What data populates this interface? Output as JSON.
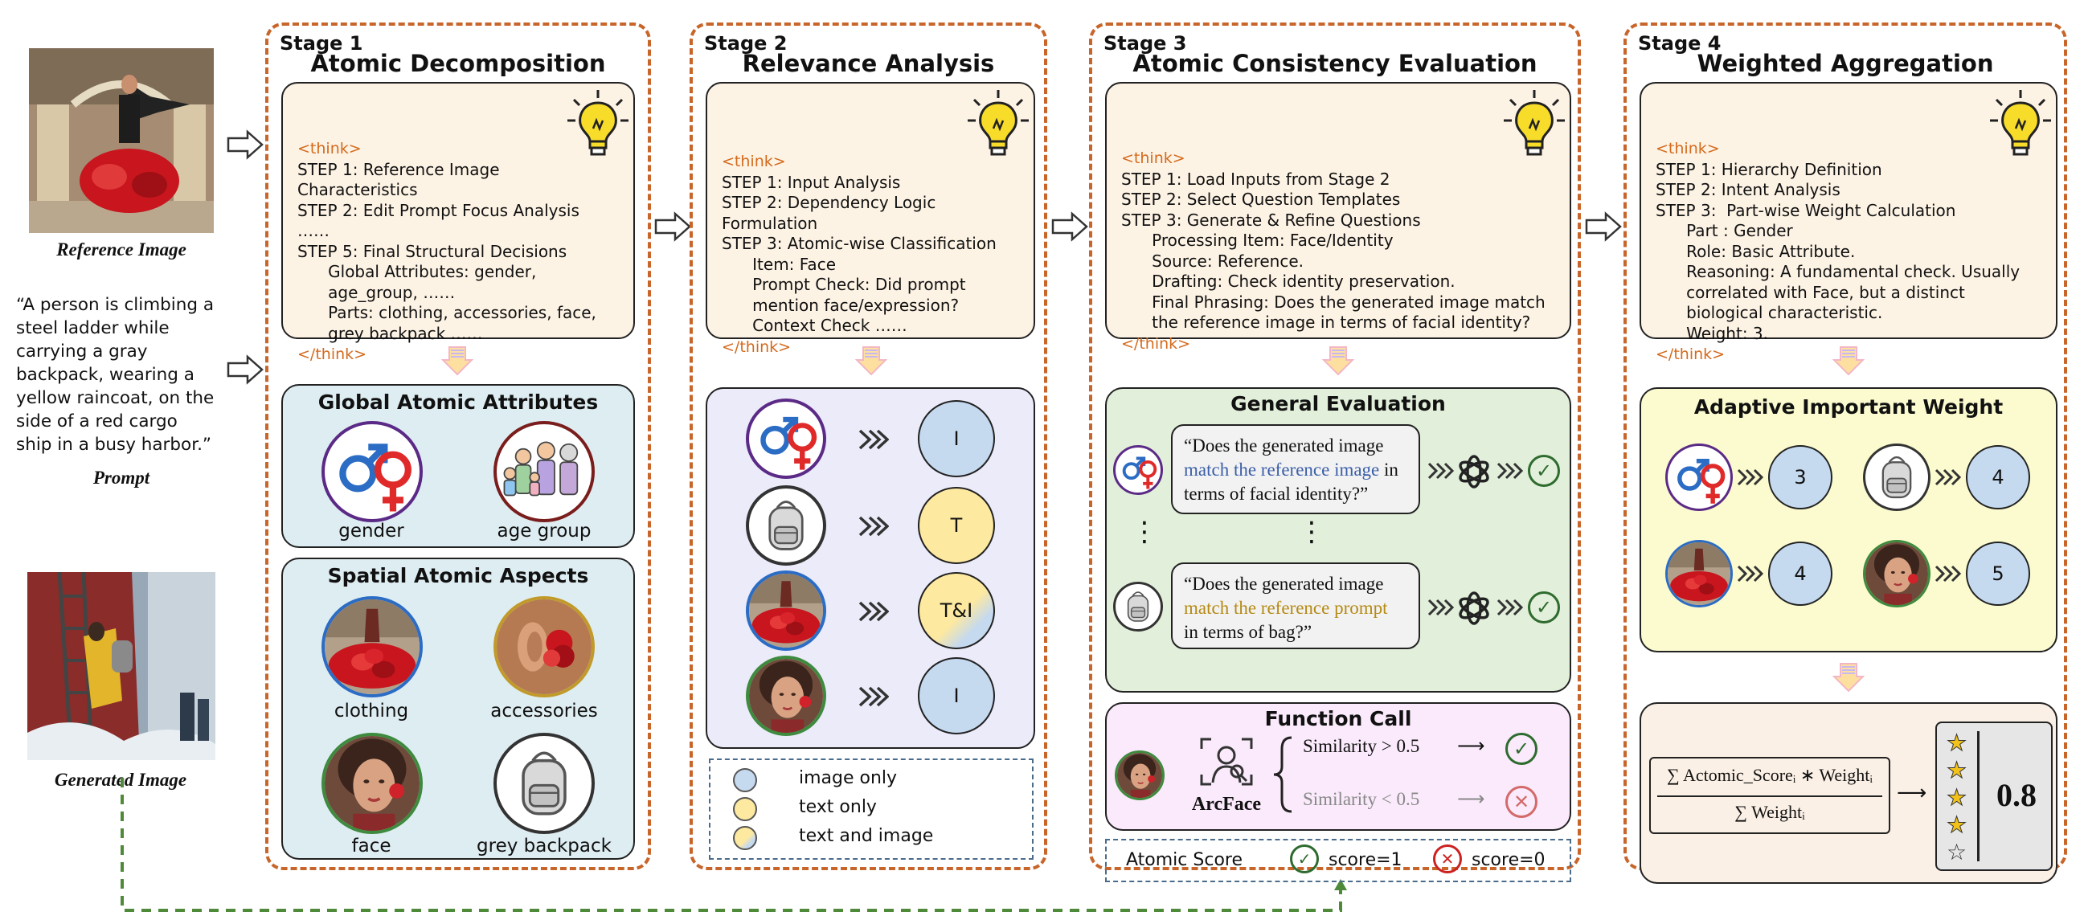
{
  "left": {
    "reference_caption": "Reference Image",
    "prompt_text": "“A person is climbing a\nsteel ladder while\ncarrying a gray\nbackpack, wearing a\nyellow raincoat, on the\nside of a red cargo\nship in a busy harbor.”",
    "prompt_caption": "Prompt",
    "generated_caption": "Generated Image"
  },
  "stage1": {
    "label": "Stage 1",
    "title": "Atomic Decomposition",
    "think": "<think>\nSTEP 1: Reference Image\nCharacteristics\nSTEP 2: Edit Prompt Focus Analysis\n……\nSTEP 5: Final Structural Decisions\n      Global Attributes: gender,\n      age_group, ……\n      Parts: clothing, accessories, face,\n      grey backpack ……\n</think>",
    "global_title": "Global Atomic Attributes",
    "global_items": [
      "gender",
      "age group"
    ],
    "spatial_title": "Spatial Atomic Aspects",
    "spatial_items": [
      "clothing",
      "accessories",
      "face",
      "grey backpack"
    ]
  },
  "stage2": {
    "label": "Stage 2",
    "title": "Relevance Analysis",
    "think": "<think>\nSTEP 1: Input Analysis\nSTEP 2: Dependency Logic\nFormulation\nSTEP 3: Atomic-wise Classification\n      Item: Face\n      Prompt Check: Did prompt\n      mention face/expression?\n      Context Check ……\n</think>",
    "categories": [
      "I",
      "T",
      "T&I",
      "I"
    ],
    "legend": [
      "image only",
      "text only",
      "text and image"
    ]
  },
  "stage3": {
    "label": "Stage 3",
    "title": "Atomic Consistency Evaluation",
    "think": "<think>\nSTEP 1: Load Inputs from Stage 2\nSTEP 2: Select Question Templates\nSTEP 3: Generate & Refine Questions\n      Processing Item: Face/Identity\n      Source: Reference.\n      Drafting: Check identity preservation.\n      Final Phrasing: Does the generated image match\n      the reference image in terms of facial identity?\n</think>",
    "general_title": "General Evaluation",
    "q1_a": "“Does the generated image",
    "q1_b": "match the reference image",
    "q1_c": " in",
    "q1_d": "terms of facial identity?”",
    "q2_a": "“Does the generated image",
    "q2_b": "match the reference prompt",
    "q2_c": "in terms of bag?”",
    "function_title": "Function Call",
    "arcface": "ArcFace",
    "sim_high": "Similarity > 0.5",
    "sim_low": "Similarity < 0.5",
    "score_label": "Atomic Score",
    "score_pos": "score=1",
    "score_neg": "score=0",
    "arrow": "⟶",
    "vdots": "⋮",
    "check": "✓",
    "cross": "✕"
  },
  "stage4": {
    "label": "Stage 4",
    "title": "Weighted Aggregation",
    "think": "<think>\nSTEP 1: Hierarchy Definition\nSTEP 2: Intent Analysis\nSTEP 3:  Part-wise Weight Calculation\n      Part : Gender\n      Role: Basic Attribute.\n      Reasoning: A fundamental check. Usually\n      correlated with Face, but a distinct\n      biological characteristic.\n      Weight: 3.\n</think>",
    "weight_title": "Adaptive Important Weight",
    "weights": [
      "3",
      "4",
      "4",
      "5"
    ],
    "formula_num": "∑ Actomic_Scoreᵢ  ∗ Weightᵢ",
    "formula_den": "∑ Weightᵢ",
    "score": "0.8",
    "stars": [
      "★",
      "★",
      "★",
      "★",
      "☆"
    ]
  },
  "colors": {
    "stage_border": "#c8652a",
    "think_bg": "#fdf3e5",
    "global_bg": "#deedf2",
    "relevance_bg": "#ebebfa",
    "general_bg": "#e2efda",
    "function_bg": "#faeafb",
    "weight_bg": "#fbfbcf",
    "final_bg": "#fbf0e6",
    "link_green": "#4e8a3a"
  }
}
